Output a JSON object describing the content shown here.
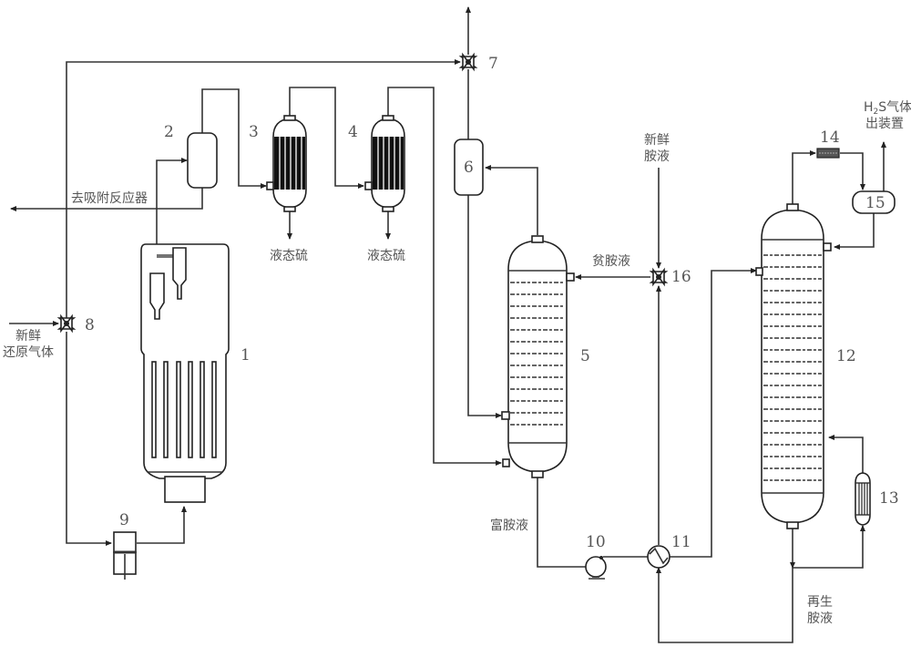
{
  "diagram": {
    "type": "process-flow-diagram",
    "equipment": [
      {
        "id": "1",
        "label": "1"
      },
      {
        "id": "2",
        "label": "2"
      },
      {
        "id": "3",
        "label": "3"
      },
      {
        "id": "4",
        "label": "4"
      },
      {
        "id": "5",
        "label": "5"
      },
      {
        "id": "6",
        "label": "6"
      },
      {
        "id": "7",
        "label": "7"
      },
      {
        "id": "8",
        "label": "8"
      },
      {
        "id": "9",
        "label": "9"
      },
      {
        "id": "10",
        "label": "10"
      },
      {
        "id": "11",
        "label": "11"
      },
      {
        "id": "12",
        "label": "12"
      },
      {
        "id": "13",
        "label": "13"
      },
      {
        "id": "14",
        "label": "14"
      },
      {
        "id": "15",
        "label": "15"
      },
      {
        "id": "16",
        "label": "16"
      }
    ],
    "streams": {
      "to_adsorption_reactor": "去吸附反应器",
      "liquid_sulfur_1": "液态硫",
      "liquid_sulfur_2": "液态硫",
      "fresh_reducing_gas_line1": "新鲜",
      "fresh_reducing_gas_line2": "还原气体",
      "fresh_amine_line1": "新鲜",
      "fresh_amine_line2": "胺液",
      "lean_amine": "贫胺液",
      "rich_amine": "富胺液",
      "regenerated_amine_line1": "再生",
      "regenerated_amine_line2": "胺液",
      "h2s_out_line1_prefix": "H",
      "h2s_out_line1_sub": "2",
      "h2s_out_line1_suffix": "S气体",
      "h2s_out_line2": "出装置"
    }
  }
}
